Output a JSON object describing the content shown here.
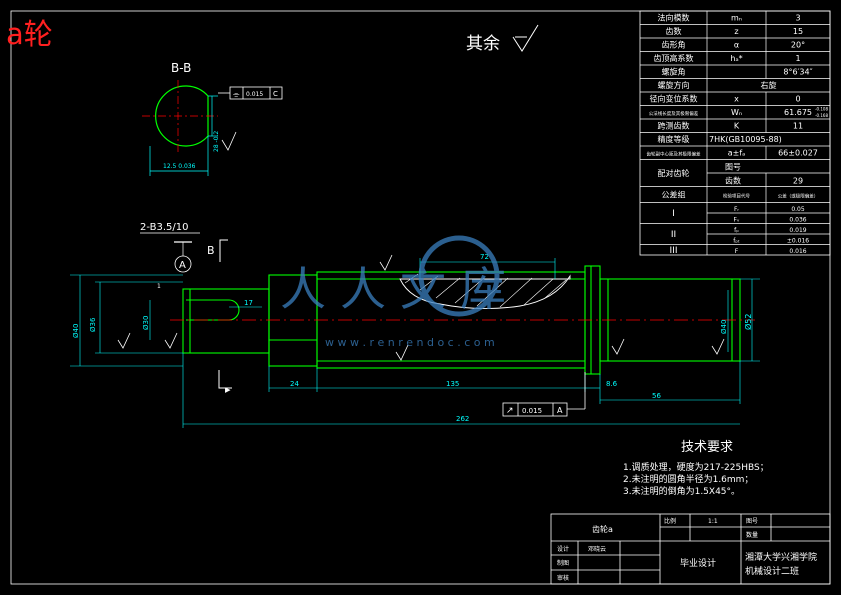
{
  "colors": {
    "background": "#000000",
    "line_white": "#ffffff",
    "line_green": "#00ff00",
    "line_cyan": "#00ffff",
    "line_red": "#ff0000",
    "line_yellow": "#ffff00",
    "watermark": "#3a7fbf",
    "corner_label": "#ff2020"
  },
  "corner_label": "a轮",
  "roughness_note": "其余",
  "section_label": "B-B",
  "section_tol": {
    "sym": "⌯",
    "val": "0.015",
    "ref": "C"
  },
  "section_dims": {
    "width": "12.5 0.036",
    "depth": "28 -0.2"
  },
  "view_marks": {
    "b_arrow": "B",
    "a_circle": "A",
    "center_hole": "2-B3.5/10"
  },
  "dims": {
    "d_left": "Ø40",
    "d_left2": "Ø36",
    "d_key": "Ø30",
    "d_right": "Ø52",
    "d_right2": "Ø40",
    "key_len": "17",
    "seg1": "24",
    "seg2": "135",
    "seg3": "8.6",
    "seg4": "56",
    "total": "262",
    "teeth_len": "72",
    "r1": "1",
    "r2": "1"
  },
  "runout": {
    "sym": "↗",
    "val": "0.015",
    "ref": "A"
  },
  "watermark": {
    "brand": "人人文库",
    "url": "w w w . r e n r e n d o c . c o m"
  },
  "params": [
    [
      "法向模数",
      "mₙ",
      "3"
    ],
    [
      "齿数",
      "z",
      "15"
    ],
    [
      "齿形角",
      "α",
      "20°"
    ],
    [
      "齿顶高系数",
      "hₐ*",
      "1"
    ],
    [
      "螺旋角",
      "",
      "8°6′34″"
    ],
    [
      "螺旋方向",
      "",
      "右旋"
    ],
    [
      "径向变位系数",
      "x",
      "0"
    ],
    [
      "公法线长度及其极限偏差",
      "Wₙ",
      "61.675"
    ],
    [
      "跨测齿数",
      "K",
      "11"
    ],
    [
      "精度等级",
      "7HK(GB10095-88)",
      ""
    ],
    [
      "齿轮副中心距及其极限偏差",
      "a±fₐ",
      "66±0.027"
    ]
  ],
  "wn_tol": {
    "up": "-0.108",
    "down": "-0.168"
  },
  "pair_gear": {
    "label": "配对齿轮",
    "row1": "图号",
    "row2": "齿数",
    "row2_val": "29"
  },
  "tolerance_group": {
    "label": "公差组",
    "col_a": "检验项目代号",
    "col_b": "公差（或极限偏差）",
    "rows": [
      {
        "group": "I",
        "code": "Fᵣ",
        "val": "0.05"
      },
      {
        "group": "",
        "code": "Fᵥ",
        "val": "0.036"
      },
      {
        "group": "II",
        "code": "fₚ",
        "val": "0.019"
      },
      {
        "group": "",
        "code": "fₚₜ",
        "val": "±0.016"
      },
      {
        "group": "III",
        "code": "F",
        "val": "0.016"
      }
    ]
  },
  "tech": {
    "title": "技术要求",
    "items": [
      "1.调质处理，硬度为217-225HBS；",
      "2.未注明的圆角半径为1.6mm；",
      "3.未注明的倒角为1.5X45°。"
    ]
  },
  "title_block": {
    "part_name": "齿轮a",
    "ratio_label": "比例",
    "ratio_val": "1:1",
    "drawing_no_label": "图号",
    "qty_label": "数量",
    "designer_label": "设计",
    "designer_name": "邓晓云",
    "drawer_label": "制图",
    "checker_label": "审核",
    "project": "毕业设计",
    "school_line1": "湘潭大学兴湘学院",
    "school_line2": "机械设计二班"
  }
}
